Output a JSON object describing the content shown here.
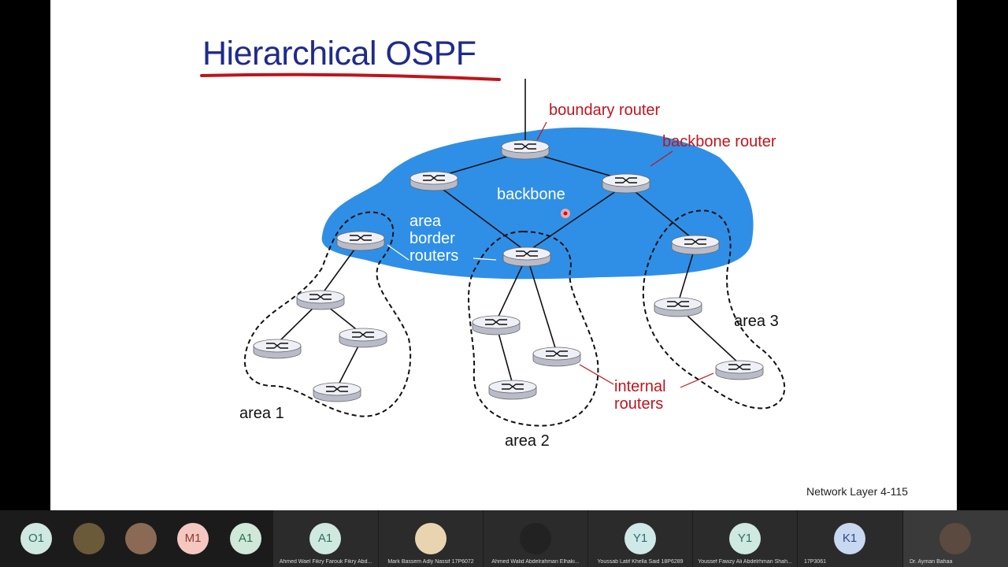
{
  "slide": {
    "title": "Hierarchical OSPF",
    "footer": "Network Layer 4-115",
    "labels": {
      "boundary_router": "boundary router",
      "backbone_router": "backbone router",
      "backbone": "backbone",
      "area_border_1": "area",
      "area_border_2": "border",
      "area_border_3": "routers",
      "area_1": "area 1",
      "area_2": "area 2",
      "area_3": "area 3",
      "internal_1": "internal",
      "internal_2": "routers"
    },
    "colors": {
      "title": "#1f2a8c",
      "underline": "#c0141c",
      "backbone_fill": "#2f8fe6",
      "annotation": "#c0141c"
    }
  },
  "participants": [
    {
      "initials": "O1",
      "name": "",
      "avatar_color": "#cfe8e0"
    },
    {
      "initials": "",
      "name": "",
      "avatar_color": "#6b5a3a"
    },
    {
      "initials": "",
      "name": "",
      "avatar_color": "#8a6a55"
    },
    {
      "initials": "M1",
      "name": "",
      "avatar_color": "#f4c8c0"
    },
    {
      "initials": "A1",
      "name": "",
      "avatar_color": "#cfe8d8"
    },
    {
      "initials": "A1",
      "name": "Ahmed Wael Fikry Farouk Fikry Abd...",
      "avatar_color": "#cfe8e0"
    },
    {
      "initials": "",
      "name": "Mark Bassem Adly Nassif 17P6072",
      "avatar_color": "#e8d5b0"
    },
    {
      "initials": "",
      "name": "Ahmed Walid Abdelrahman Elhaki...",
      "avatar_color": "#222222"
    },
    {
      "initials": "Y1",
      "name": "Youssab Latif Khella Said 18P6289",
      "avatar_color": "#cfe8e8"
    },
    {
      "initials": "Y1",
      "name": "Youssef Fawzy Ali Abdelrhman Shah...",
      "avatar_color": "#cfe8e0"
    },
    {
      "initials": "K1",
      "name": "17P3061",
      "avatar_color": "#c8d8f0"
    },
    {
      "initials": "",
      "name": "Dr. Ayman Bahaa",
      "avatar_color": "#5a4a40"
    }
  ]
}
